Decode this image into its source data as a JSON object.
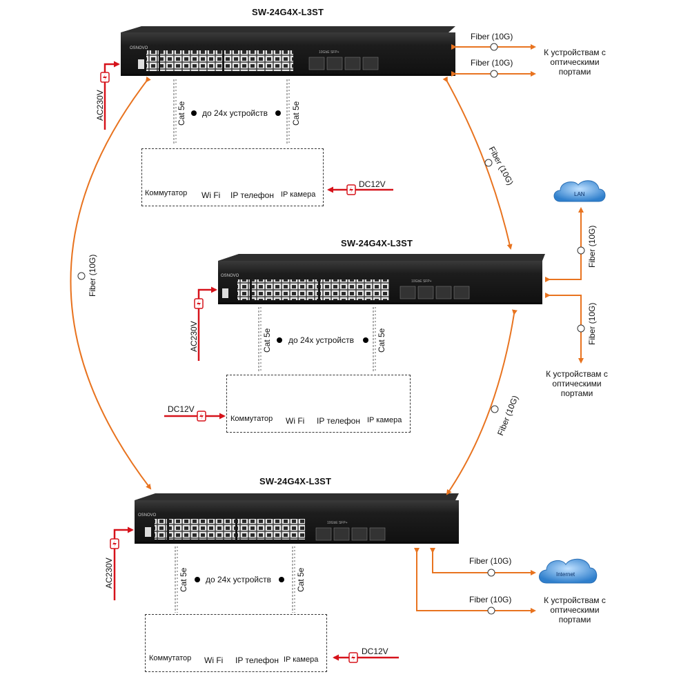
{
  "switches": [
    {
      "title": "SW-24G4X-L3ST",
      "brand": "OSNOVO",
      "sfp_label": "10GbE SFP+"
    },
    {
      "title": "SW-24G4X-L3ST",
      "brand": "OSNOVO",
      "sfp_label": "10GbE SFP+"
    },
    {
      "title": "SW-24G4X-L3ST",
      "brand": "OSNOVO",
      "sfp_label": "10GbE SFP+"
    }
  ],
  "labels": {
    "fiber": "Fiber (10G)",
    "cat5e": "Cat 5e",
    "up_to_24": "до 24х устройств",
    "ac230": "AC230V",
    "dc12": "DC12V",
    "optic_dest_1": "К устройствам с",
    "optic_dest_2": "оптическими",
    "optic_dest_3": "портами",
    "lan": "LAN",
    "internet": "Internet"
  },
  "devices": {
    "switch": "Коммутатор",
    "wifi": "Wi Fi",
    "phone": "IP телефон",
    "camera": "IP камера"
  },
  "colors": {
    "fiber": "#e8731f",
    "power": "#d6121a",
    "switch_body": "#1c1c1c",
    "cloud": "#3d8fd6"
  }
}
